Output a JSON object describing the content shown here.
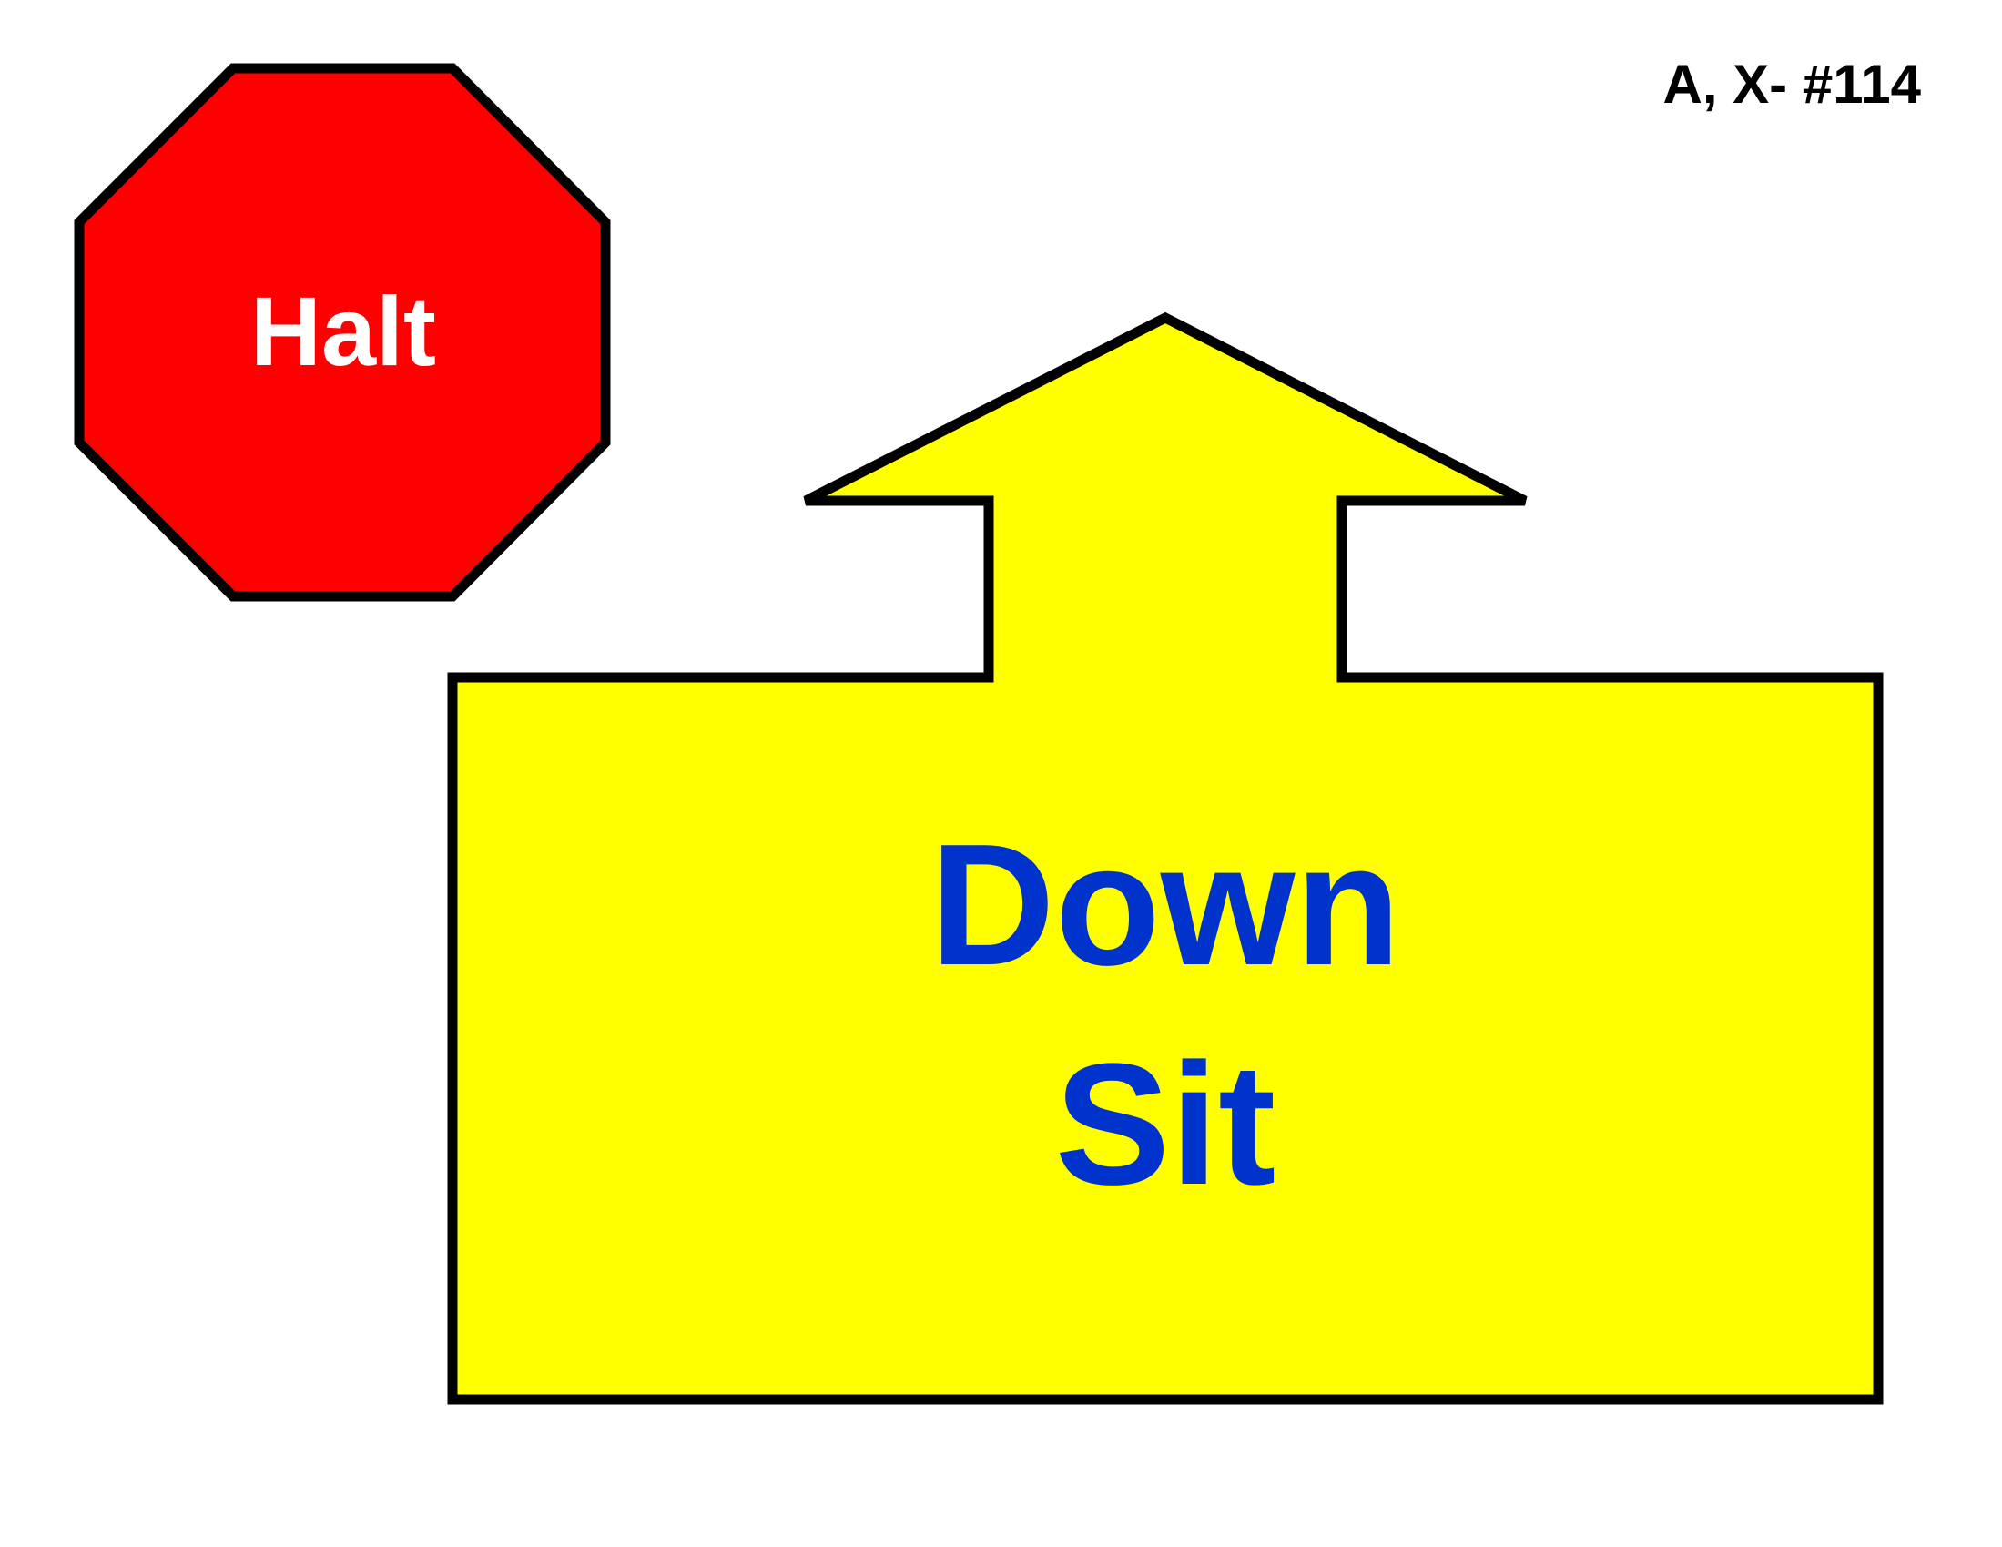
{
  "sign": {
    "code": "A, X- #114",
    "halt_label": "Halt",
    "action_lines": [
      "Down",
      "Sit"
    ]
  },
  "colors": {
    "halt_fill": "#ff0000",
    "halt_text": "#ffffff",
    "arrow_fill": "#ffff00",
    "action_text": "#0033cc",
    "outline": "#000000",
    "code_text": "#000000"
  },
  "icons": {
    "halt": "stop-octagon-icon",
    "direction": "arrow-up-icon"
  }
}
